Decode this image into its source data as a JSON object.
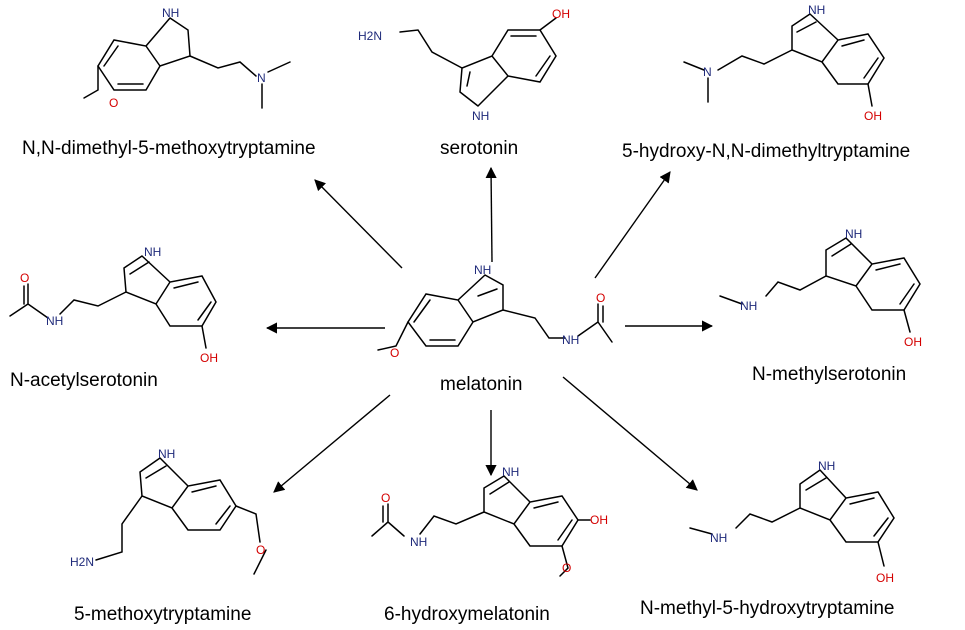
{
  "colors": {
    "nitrogen": "#1f2a7a",
    "oxygen": "#d40000",
    "bond": "#000000",
    "background": "#ffffff"
  },
  "atom_labels": {
    "nh": "NH",
    "nh2_left": "H2N",
    "h2n_right": "H2N",
    "n": "N",
    "oh": "OH",
    "o": "O"
  },
  "compounds": {
    "center": "melatonin",
    "top_left": "N,N-dimethyl-5-methoxytryptamine",
    "top_center": "serotonin",
    "top_right": "5-hydroxy-N,N-dimethyltryptamine",
    "mid_left": "N-acetylserotonin",
    "mid_right": "N-methylserotonin",
    "bottom_left": "5-methoxytryptamine",
    "bottom_center": "6-hydroxymelatonin",
    "bottom_right": "N-methyl-5-hydroxytryptamine"
  }
}
